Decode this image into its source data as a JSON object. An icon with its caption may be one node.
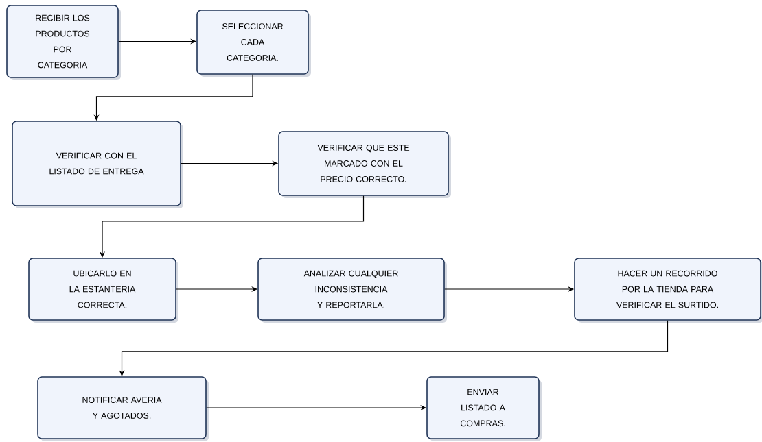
{
  "diagram": {
    "nodes": [
      {
        "text": [
          "RECIBIR LOS PRODUCTOS POR CATEGORIA"
        ]
      },
      {
        "text": [
          "SELECCIONAR CADA CATEGORIA."
        ]
      },
      {
        "text": [
          "VERIFICAR CON EL LISTADO DE ENTREGA"
        ]
      },
      {
        "text": [
          "VERIFICAR QUE ESTE MARCADO CON EL PRECIO CORRECTO."
        ]
      },
      {
        "text": [
          "UBICARLO EN LA ESTANTERIA CORRECTA."
        ]
      },
      {
        "text": [
          "ANALIZAR CUALQUIER INCONSISTENCIA Y REPORTARLA."
        ]
      },
      {
        "text": [
          "HACER UN RECORRIDO POR LA TIENDA PARA VERIFICAR EL SURTIDO."
        ]
      },
      {
        "text": [
          "NOTIFICAR AVERIA Y AGOTADOS."
        ]
      },
      {
        "text": [
          "ENVIAR LISTADO A COMPRAS."
        ]
      }
    ],
    "edges": [
      {
        "from": 0,
        "to": 1,
        "arrow": "to"
      },
      {
        "from": 1,
        "to": 2,
        "arrow": "to"
      },
      {
        "from": 2,
        "to": 3,
        "arrow": "to"
      },
      {
        "from": 3,
        "to": 4,
        "arrow": "to"
      },
      {
        "from": 4,
        "to": 5,
        "arrow": "to"
      },
      {
        "from": 5,
        "to": 6,
        "arrow": "to"
      },
      {
        "from": 6,
        "to": 7,
        "arrow": "to"
      },
      {
        "from": 7,
        "to": 8,
        "arrow": "to"
      }
    ]
  }
}
